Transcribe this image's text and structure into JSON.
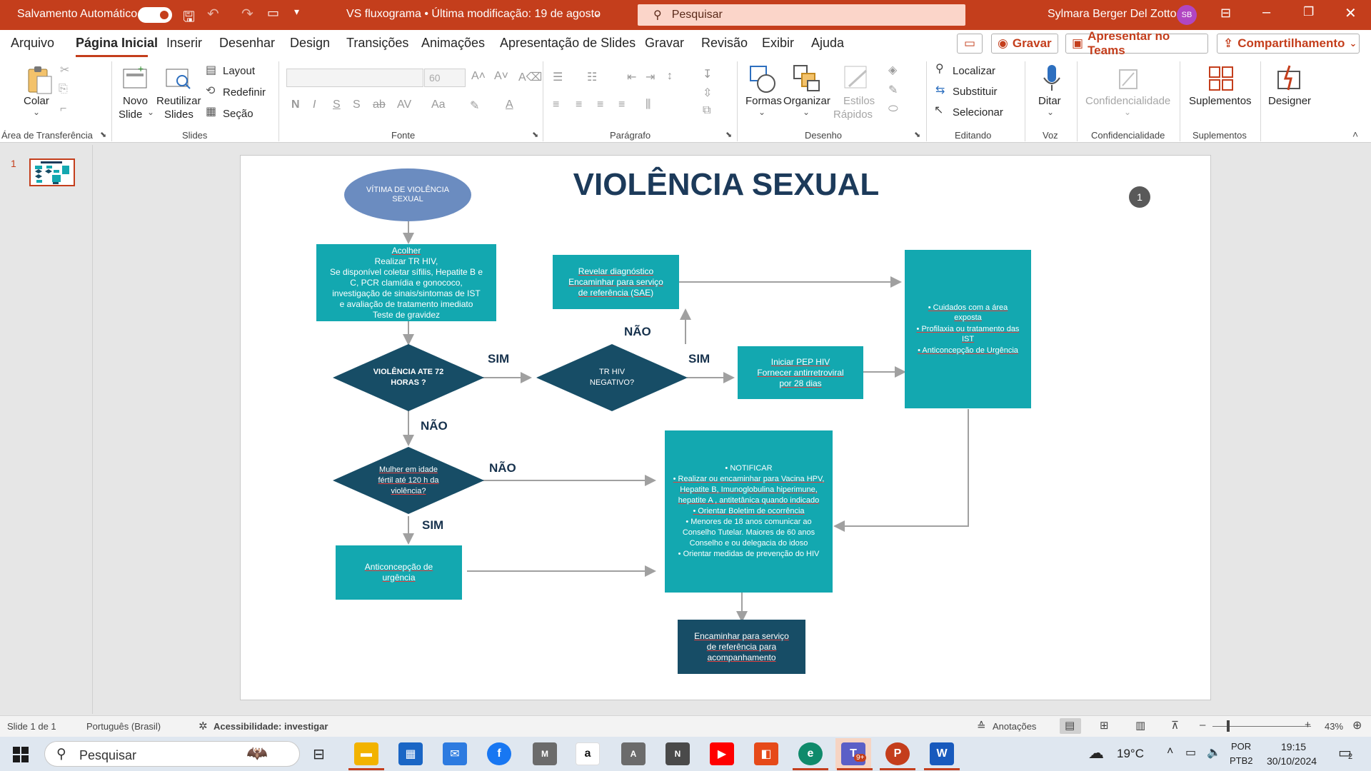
{
  "titlebar": {
    "autosave_label": "Salvamento Automático",
    "doc_title": "VS fluxograma • Última modificação: 19 de agosto",
    "search_placeholder": "Pesquisar",
    "user_name": "Sylmara Berger Del Zotto",
    "user_initials": "SB"
  },
  "menu": {
    "items": [
      "Arquivo",
      "Página Inicial",
      "Inserir",
      "Desenhar",
      "Design",
      "Transições",
      "Animações",
      "Apresentação de Slides",
      "Gravar",
      "Revisão",
      "Exibir",
      "Ajuda"
    ],
    "record_label": "Gravar",
    "teams_label": "Apresentar no Teams",
    "share_label": "Compartilhamento"
  },
  "ribbon": {
    "paste": "Colar",
    "new_slide_1": "Novo",
    "new_slide_2": "Slide",
    "reuse_1": "Reutilizar",
    "reuse_2": "Slides",
    "layout": "Layout",
    "reset": "Redefinir",
    "section": "Seção",
    "font_size": "60",
    "shapes": "Formas",
    "arrange": "Organizar",
    "quick_styles_1": "Estilos",
    "quick_styles_2": "Rápidos",
    "find": "Localizar",
    "replace": "Substituir",
    "select": "Selecionar",
    "dictate": "Ditar",
    "sensitivity": "Confidencialidade",
    "addins": "Suplementos",
    "designer": "Designer",
    "groups": {
      "clipboard": "Área de Transferência",
      "slides": "Slides",
      "font": "Fonte",
      "paragraph": "Parágrafo",
      "drawing": "Desenho",
      "editing": "Editando",
      "voice": "Voz",
      "sensitivity": "Confidencialidade",
      "addins": "Suplementos"
    }
  },
  "thumbnails": {
    "slide_number": "1"
  },
  "slide": {
    "title": "VIOLÊNCIA SEXUAL",
    "badge": "1",
    "victim_1": "VÍTIMA DE VIOLÊNCIA",
    "victim_2": "SEXUAL",
    "acolher": {
      "l1": "Acolher",
      "l2": "Realizar TR HIV,",
      "l3": "Se disponível coletar sífilis, Hepatite B e",
      "l4": "C, PCR clamídia e gonococo,",
      "l5": "investigação de sinais/sintomas de IST",
      "l6": "e avaliação de tratamento imediato",
      "l7": "Teste de gravidez"
    },
    "violencia_72_1": "VIOLÊNCIA ATE 72",
    "violencia_72_2": "HORAS ?",
    "trhiv_1": "TR HIV",
    "trhiv_2": "NEGATIVO?",
    "revelar_1": "Revelar diagnóstico",
    "revelar_2": "Encaminhar para serviço",
    "revelar_3": "de referência (SAE)",
    "pep_1": "Iniciar PEP HIV",
    "pep_2": "Fornecer antirretroviral",
    "pep_3": "por 28 dias",
    "cuidados": [
      "Cuidados com a área exposta",
      "Profilaxia ou tratamento das IST",
      "Anticoncepção de Urgência"
    ],
    "mulher_1": "Mulher em idade",
    "mulher_2": "fértil  até 120 h da",
    "mulher_3": "violência?",
    "anticoncepcao_1": "Anticoncepção de",
    "anticoncepcao_2": "urgência",
    "notificar": [
      "NOTIFICAR",
      "Realizar ou encaminhar para Vacina HPV, Hepatite B, Imunoglobulina hiperimune, hepatite A , antitetânica quando indicado",
      "Orientar Boletim de ocorrência",
      "Menores de 18 anos comunicar ao Conselho Tutelar. Maiores de 60 anos Conselho e ou delegacia do idoso",
      "Orientar medidas de prevenção do HIV"
    ],
    "encaminhar_1": "Encaminhar  para serviço",
    "encaminhar_2": "de referência para",
    "encaminhar_3": "acompanhamento",
    "sim": "SIM",
    "nao": "NÃO"
  },
  "statusbar": {
    "slide_info": "Slide 1 de 1",
    "language": "Português (Brasil)",
    "accessibility": "Acessibilidade: investigar",
    "notes": "Anotações",
    "zoom": "43%"
  },
  "taskbar": {
    "search_placeholder": "Pesquisar",
    "weather": "19°C",
    "lang_1": "POR",
    "lang_2": "PTB2",
    "time": "19:15",
    "date": "30/10/2024",
    "notif_count": "2",
    "teams_badge": "9+"
  },
  "colors": {
    "accent": "#c43e1c",
    "teal": "#13a8b0",
    "navy": "#1c4f6c",
    "ellipse": "#6b8cc0"
  }
}
